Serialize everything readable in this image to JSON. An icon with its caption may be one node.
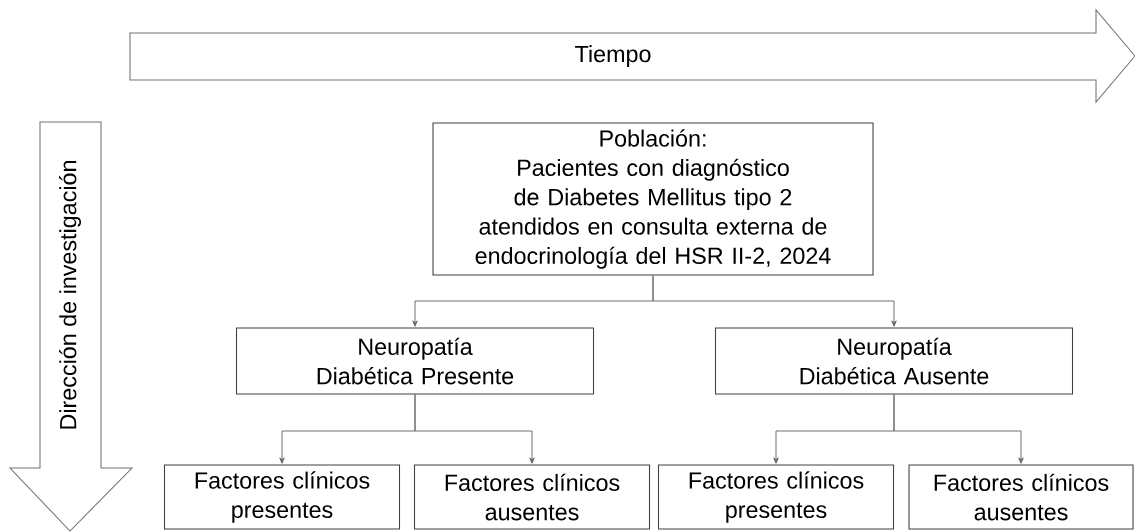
{
  "diagram": {
    "nodes": [
      {
        "text": [
          "Tiempo"
        ]
      },
      {
        "text": [
          "Dirección de investigación"
        ]
      },
      {
        "text": [
          "Población:",
          "Pacientes con diagnóstico de Diabetes Mellitus tipo 2 atendidos en consulta externa de endocrinología del HSR II-2, 2024"
        ]
      },
      {
        "text": [
          "Neuropatía Diabética Presente"
        ]
      },
      {
        "text": [
          "Neuropatía Diabética Ausente"
        ]
      },
      {
        "text": [
          "Factores clínicos presentes"
        ]
      },
      {
        "text": [
          "Factores clínicos ausentes"
        ]
      },
      {
        "text": [
          "Factores clínicos presentes"
        ]
      },
      {
        "text": [
          "Factores clínicos ausentes"
        ]
      }
    ],
    "edges": [
      {
        "from": 2,
        "to": 3,
        "arrow": "to"
      },
      {
        "from": 2,
        "to": 4,
        "arrow": "to"
      },
      {
        "from": 3,
        "to": 5,
        "arrow": "to"
      },
      {
        "from": 3,
        "to": 6,
        "arrow": "to"
      },
      {
        "from": 4,
        "to": 7,
        "arrow": "to"
      },
      {
        "from": 4,
        "to": 8,
        "arrow": "to"
      }
    ]
  }
}
